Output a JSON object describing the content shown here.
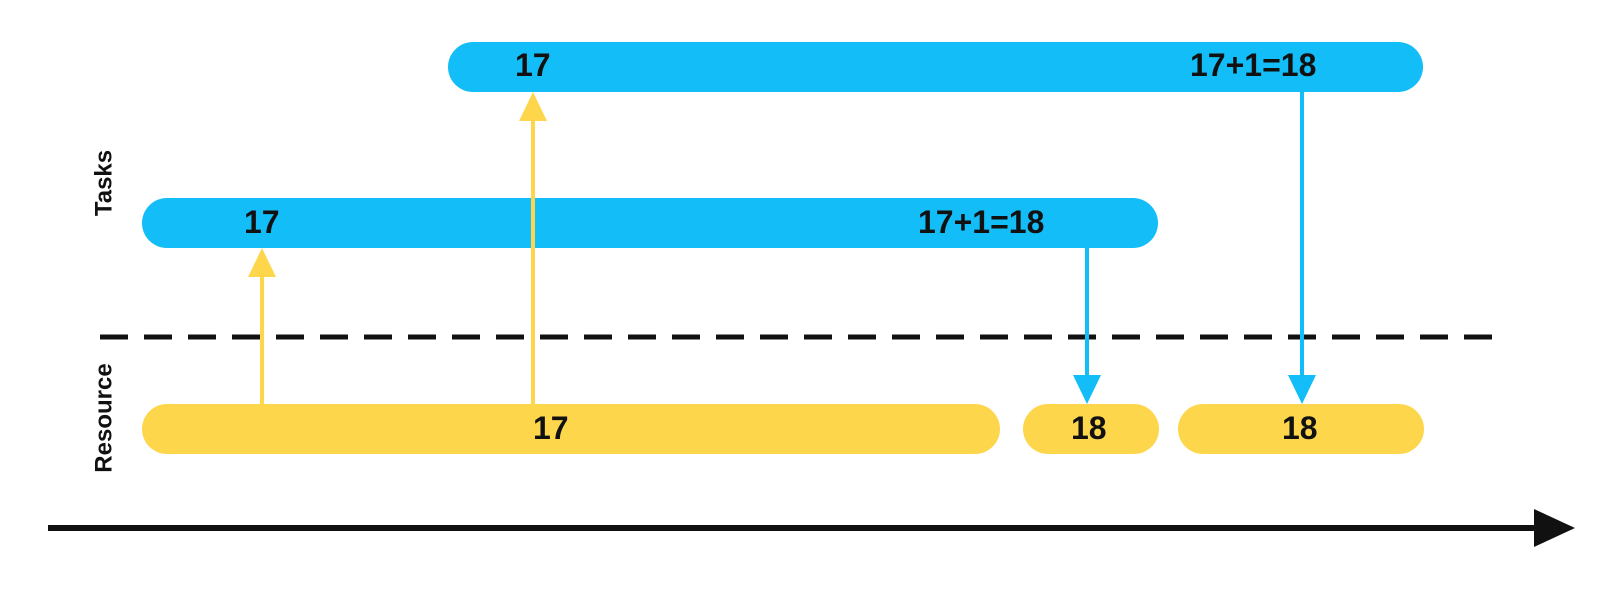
{
  "lanes": {
    "tasks_label": "Tasks",
    "resource_label": "Resource"
  },
  "tasks": [
    {
      "read_label": "17",
      "write_label": "17+1=18"
    },
    {
      "read_label": "17",
      "write_label": "17+1=18"
    }
  ],
  "resources": [
    {
      "label": "17"
    },
    {
      "label": "18"
    },
    {
      "label": "18"
    }
  ],
  "colors": {
    "task": "#12BDF8",
    "resource": "#FDD64B",
    "read_arrow": "#FDD64B",
    "write_arrow": "#12BDF8",
    "separator": "#111111",
    "time_axis": "#111111"
  }
}
